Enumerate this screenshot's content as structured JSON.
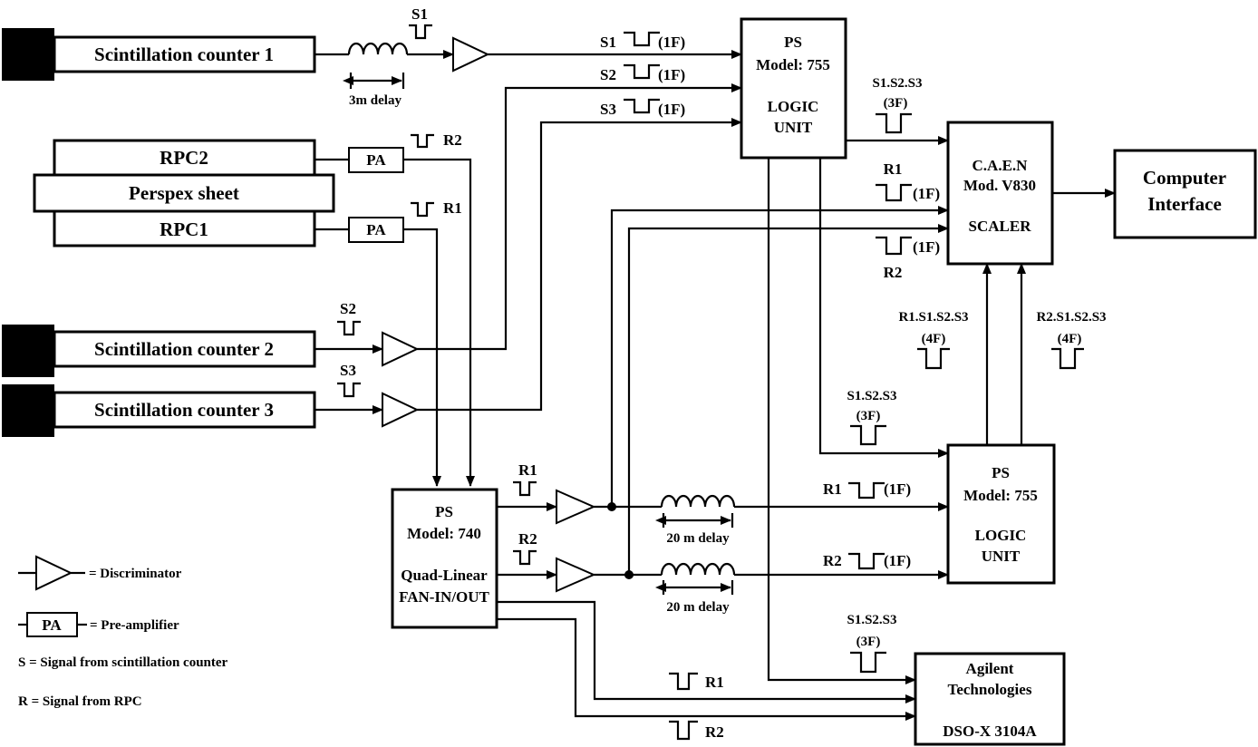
{
  "counters": {
    "sc1": "Scintillation counter 1",
    "sc2": "Scintillation counter 2",
    "sc3": "Scintillation counter 3"
  },
  "rpc": {
    "rpc2": "RPC2",
    "perspex": "Perspex sheet",
    "rpc1": "RPC1",
    "pa": "PA"
  },
  "logic_top": {
    "l1": "PS",
    "l2": "Model: 755",
    "l3": "LOGIC",
    "l4": "UNIT"
  },
  "logic_bottom": {
    "l1": "PS",
    "l2": "Model: 755",
    "l3": "LOGIC",
    "l4": "UNIT"
  },
  "fan": {
    "l1": "PS",
    "l2": "Model: 740",
    "l3": "Quad-Linear",
    "l4": "FAN-IN/OUT"
  },
  "scaler": {
    "l1": "C.A.E.N",
    "l2": "Mod. V830",
    "l3": "SCALER"
  },
  "computer": {
    "l1": "Computer",
    "l2": "Interface"
  },
  "dso": {
    "l1": "Agilent",
    "l2": "Technologies",
    "l3": "DSO-X 3104A"
  },
  "signals": {
    "s1": "S1",
    "s2": "S2",
    "s3": "S3",
    "r1": "R1",
    "r2": "R2",
    "onef": "(1F)",
    "threef": "(3F)",
    "fourf": "(4F)",
    "s123": "S1.S2.S3",
    "r1s123": "R1.S1.S2.S3",
    "r2s123": "R2.S1.S2.S3"
  },
  "delays": {
    "d3m": "3m delay",
    "d20m": "20 m delay"
  },
  "legend": {
    "disc": "= Discriminator",
    "pa_label": "PA",
    "preamp": "= Pre-amplifier",
    "s_def": "S = Signal from scintillation counter",
    "r_def": "R = Signal from RPC"
  }
}
